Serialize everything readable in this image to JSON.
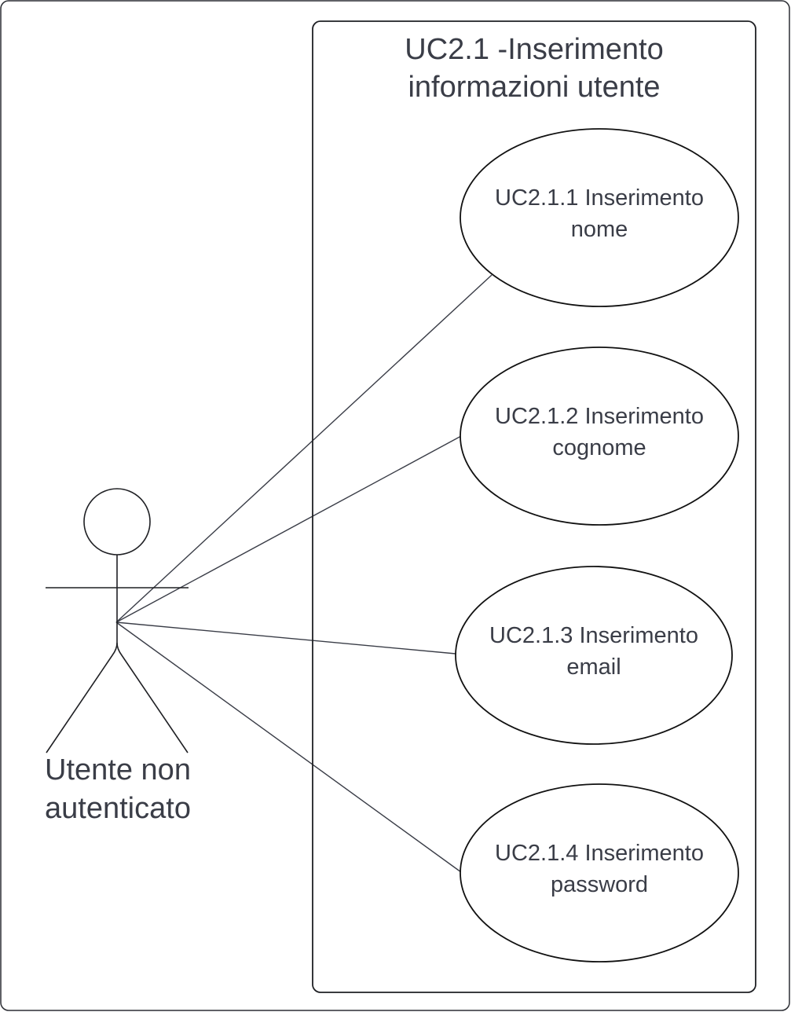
{
  "system": {
    "title_line1": "UC2.1 -Inserimento",
    "title_line2": "informazioni utente"
  },
  "actor": {
    "label_line1": "Utente non",
    "label_line2": "autenticato",
    "icon": "stick-figure-actor-icon"
  },
  "use_cases": [
    {
      "line1": "UC2.1.1 Inserimento",
      "line2": "nome"
    },
    {
      "line1": "UC2.1.2 Inserimento",
      "line2": "cognome"
    },
    {
      "line1": "UC2.1.3 Inserimento",
      "line2": "email"
    },
    {
      "line1": "UC2.1.4 Inserimento",
      "line2": "password"
    }
  ],
  "colors": {
    "stroke": "#2b2d33",
    "text": "#3a3d47",
    "background": "#ffffff"
  }
}
